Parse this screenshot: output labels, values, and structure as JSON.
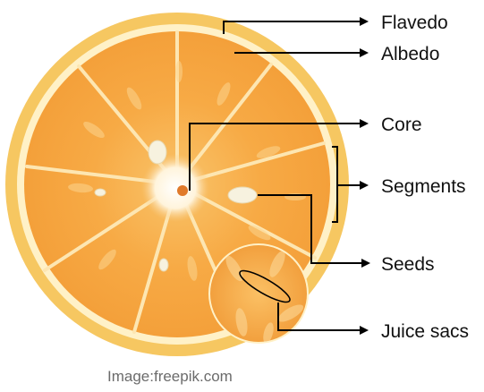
{
  "labels": {
    "flavedo": "Flavedo",
    "albedo": "Albedo",
    "core": "Core",
    "segments": "Segments",
    "seeds": "Seeds",
    "juice_sacs": "Juice sacs"
  },
  "credit": "Image:freepik.com",
  "colors": {
    "peel": "#f6c761",
    "albedo": "#fff1c7",
    "flesh": "#f6a23b",
    "membrane": "#fde6b2",
    "core": "#fff7e6",
    "seed": "#f7f2df",
    "line": "#000000"
  }
}
